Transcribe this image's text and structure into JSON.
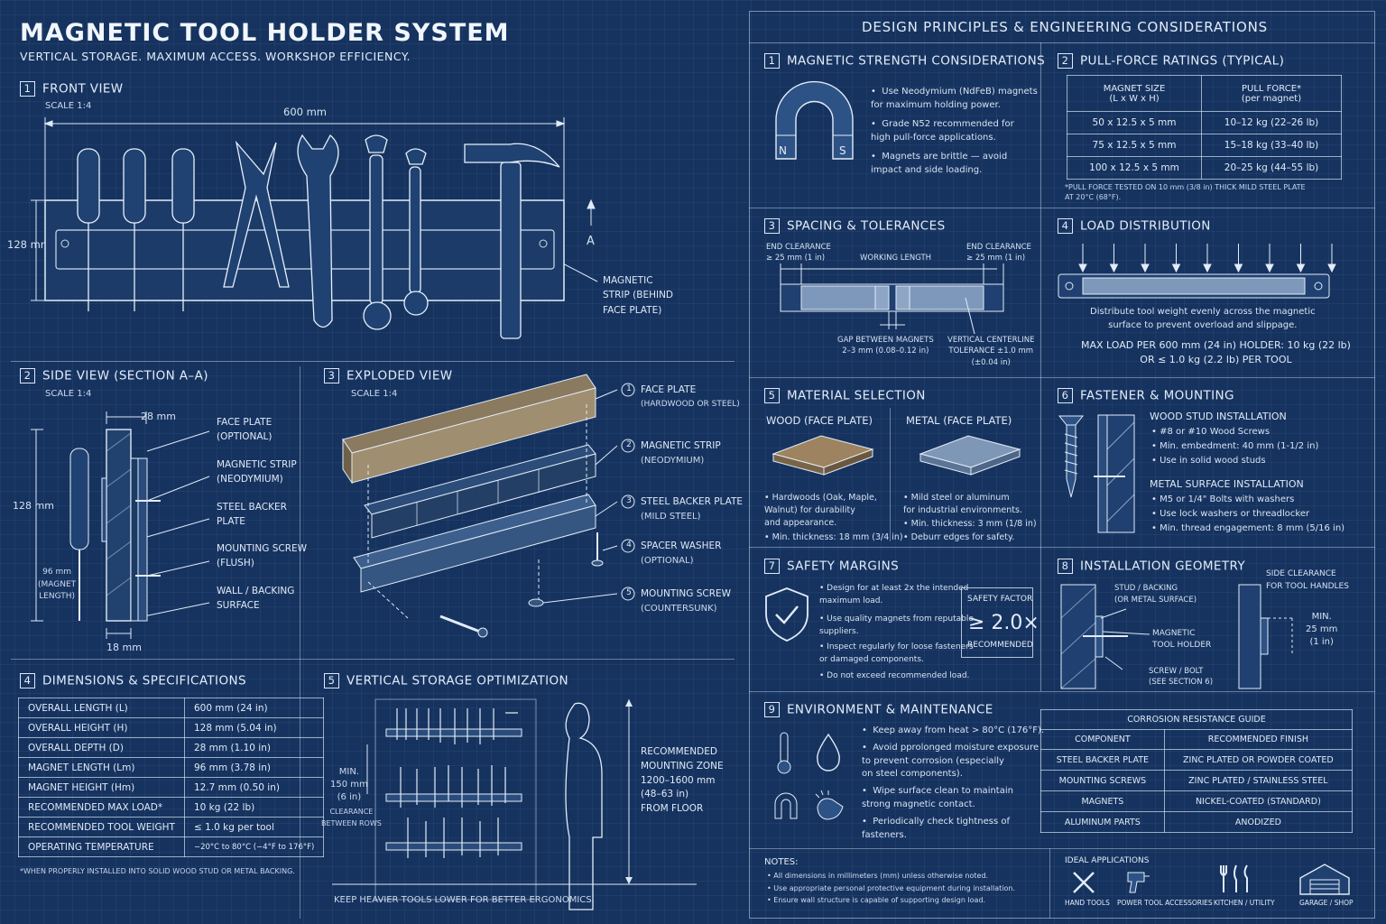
{
  "header": {
    "title": "MAGNETIC TOOL HOLDER SYSTEM",
    "subtitle": "VERTICAL STORAGE. MAXIMUM ACCESS. WORKSHOP EFFICIENCY."
  },
  "front": {
    "num": "1",
    "title": "FRONT VIEW",
    "scale": "SCALE 1:4",
    "width": "600 mm",
    "height": "128 mm",
    "section": "A",
    "strip": "MAGNETIC\nSTRIP (BEHIND\nFACE PLATE)"
  },
  "side": {
    "num": "2",
    "title": "SIDE VIEW (SECTION A–A)",
    "scale": "SCALE 1:4",
    "depth": "28 mm",
    "height": "128 mm",
    "magnet": "96 mm\n(MAGNET\nLENGTH)",
    "bottom": "18 mm",
    "labels": [
      "FACE PLATE\n(OPTIONAL)",
      "MAGNETIC STRIP\n(NEODYMIUM)",
      "STEEL BACKER\nPLATE",
      "MOUNTING SCREW\n(FLUSH)",
      "WALL / BACKING\nSURFACE"
    ]
  },
  "exploded": {
    "num": "3",
    "title": "EXPLODED VIEW",
    "scale": "SCALE 1:4",
    "parts": [
      {
        "n": "1",
        "name": "FACE PLATE",
        "sub": "(HARDWOOD OR STEEL)"
      },
      {
        "n": "2",
        "name": "MAGNETIC STRIP",
        "sub": "(NEODYMIUM)"
      },
      {
        "n": "3",
        "name": "STEEL BACKER PLATE",
        "sub": "(MILD STEEL)"
      },
      {
        "n": "4",
        "name": "SPACER WASHER",
        "sub": "(OPTIONAL)"
      },
      {
        "n": "5",
        "name": "MOUNTING SCREW",
        "sub": "(COUNTERSUNK)"
      }
    ]
  },
  "specs": {
    "num": "4",
    "title": "DIMENSIONS & SPECIFICATIONS",
    "rows": [
      [
        "OVERALL LENGTH (L)",
        "600 mm (24 in)"
      ],
      [
        "OVERALL HEIGHT (H)",
        "128 mm (5.04 in)"
      ],
      [
        "OVERALL DEPTH (D)",
        "28 mm (1.10 in)"
      ],
      [
        "MAGNET LENGTH (Lm)",
        "96 mm (3.78 in)"
      ],
      [
        "MAGNET HEIGHT (Hm)",
        "12.7 mm (0.50 in)"
      ],
      [
        "RECOMMENDED MAX LOAD*",
        "10 kg (22 lb)"
      ],
      [
        "RECOMMENDED TOOL WEIGHT",
        "≤ 1.0 kg per tool"
      ],
      [
        "OPERATING TEMPERATURE",
        "−20°C to 80°C (−4°F to 176°F)"
      ]
    ],
    "note": "*WHEN PROPERLY INSTALLED INTO SOLID WOOD STUD OR METAL BACKING."
  },
  "vertical": {
    "num": "5",
    "title": "VERTICAL STORAGE OPTIMIZATION",
    "clearance": "MIN.\n150 mm\n(6 in)",
    "clearance_sub": "CLEARANCE\nBETWEEN ROWS",
    "zone": "RECOMMENDED\nMOUNTING ZONE\n1200–1600 mm\n(48–63 in)\nFROM FLOOR",
    "footer": "KEEP HEAVIER TOOLS LOWER FOR BETTER ERGONOMICS."
  },
  "right": {
    "title": "DESIGN PRINCIPLES & ENGINEERING CONSIDERATIONS",
    "s1": {
      "num": "1",
      "title": "MAGNETIC STRENGTH CONSIDERATIONS",
      "n": "N",
      "s": "S",
      "bullets": [
        "Use Neodymium (NdFeB) magnets\nfor maximum holding power.",
        "Grade N52 recommended for\nhigh pull-force applications.",
        "Magnets are brittle — avoid\nimpact and side loading."
      ]
    },
    "s2": {
      "num": "2",
      "title": "PULL-FORCE RATINGS (TYPICAL)",
      "h1": "MAGNET SIZE\n(L x W x H)",
      "h2": "PULL FORCE*\n(per magnet)",
      "rows": [
        [
          "50 x 12.5 x 5 mm",
          "10–12 kg (22–26 lb)"
        ],
        [
          "75 x 12.5 x 5 mm",
          "15–18 kg (33–40 lb)"
        ],
        [
          "100 x 12.5 x 5 mm",
          "20–25 kg (44–55 lb)"
        ]
      ],
      "note": "*PULL FORCE TESTED ON 10 mm (3/8 in) THICK MILD STEEL PLATE\nAT 20°C (68°F)."
    },
    "s3": {
      "num": "3",
      "title": "SPACING & TOLERANCES",
      "end1": "END CLEARANCE\n≥ 25 mm (1 in)",
      "working": "WORKING LENGTH",
      "end2": "END CLEARANCE\n≥ 25 mm (1 in)",
      "gap": "GAP BETWEEN MAGNETS\n2–3 mm (0.08–0.12 in)",
      "tol": "VERTICAL CENTERLINE\nTOLERANCE ±1.0 mm\n(±0.04 in)"
    },
    "s4": {
      "num": "4",
      "title": "LOAD DISTRIBUTION",
      "text": "Distribute tool weight evenly across the magnetic\nsurface to prevent overload and slippage.",
      "max": "MAX LOAD PER 600 mm (24 in) HOLDER: 10 kg (22 lb)\nOR ≤ 1.0 kg (2.2 lb) PER TOOL"
    },
    "s5": {
      "num": "5",
      "title": "MATERIAL SELECTION",
      "wood": "WOOD (FACE PLATE)",
      "metal": "METAL (FACE PLATE)",
      "woodb": [
        "Hardwoods (Oak, Maple,\nWalnut) for durability\nand appearance.",
        "Min. thickness: 18 mm (3/4 in)"
      ],
      "metalb": [
        "Mild steel or aluminum\nfor industrial environments.",
        "Min. thickness: 3 mm (1/8 in)",
        "Deburr edges for safety."
      ]
    },
    "s6": {
      "num": "6",
      "title": "FASTENER & MOUNTING",
      "wood": "WOOD STUD INSTALLATION",
      "woodb": [
        "#8 or #10 Wood Screws",
        "Min. embedment: 40 mm (1-1/2 in)",
        "Use in solid wood studs"
      ],
      "metal": "METAL SURFACE INSTALLATION",
      "metalb": [
        "M5 or 1/4\" Bolts with washers",
        "Use lock washers or threadlocker",
        "Min. thread engagement: 8 mm (5/16 in)"
      ]
    },
    "s7": {
      "num": "7",
      "title": "SAFETY MARGINS",
      "bullets": [
        "Design for at least 2x the intended\nmaximum load.",
        "Use quality magnets from reputable\nsuppliers.",
        "Inspect regularly for loose fasteners\nor damaged components.",
        "Do not exceed recommended load."
      ],
      "factor_label": "SAFETY FACTOR",
      "factor": "≥ 2.0×",
      "factor_sub": "RECOMMENDED"
    },
    "s8": {
      "num": "8",
      "title": "INSTALLATION GEOMETRY",
      "stud": "STUD / BACKING\n(OR METAL SURFACE)",
      "holder": "MAGNETIC\nTOOL HOLDER",
      "screw": "SCREW / BOLT\n(SEE SECTION 6)",
      "side": "SIDE CLEARANCE\nFOR TOOL HANDLES",
      "min": "MIN.\n25 mm\n(1 in)"
    },
    "s9": {
      "num": "9",
      "title": "ENVIRONMENT & MAINTENANCE",
      "bullets": [
        "Keep away from heat > 80°C (176°F).",
        "Avoid pprolonged moisture exposure\nto prevent corrosion (especially\non steel components).",
        "Wipe surface clean to maintain\nstrong magnetic contact.",
        "Periodically check tightness of\nfasteners."
      ],
      "guide": "CORROSION RESISTANCE GUIDE",
      "gh": [
        "COMPONENT",
        "RECOMMENDED FINISH"
      ],
      "grows": [
        [
          "STEEL BACKER PLATE",
          "ZINC PLATED OR POWDER COATED"
        ],
        [
          "MOUNTING SCREWS",
          "ZINC PLATED / STAINLESS STEEL"
        ],
        [
          "MAGNETS",
          "NICKEL-COATED (STANDARD)"
        ],
        [
          "ALUMINUM PARTS",
          "ANODIZED"
        ]
      ]
    },
    "notes": {
      "title": "NOTES:",
      "items": [
        "• All dimensions in millimeters (mm) unless otherwise noted.",
        "• Use appropriate personal protective equipment during installation.",
        "• Ensure wall structure is capable of supporting design load."
      ]
    },
    "apps": {
      "title": "IDEAL APPLICATIONS",
      "items": [
        "HAND TOOLS",
        "POWER TOOL ACCESSORIES",
        "KITCHEN / UTILITY",
        "GARAGE / SHOP"
      ]
    }
  }
}
